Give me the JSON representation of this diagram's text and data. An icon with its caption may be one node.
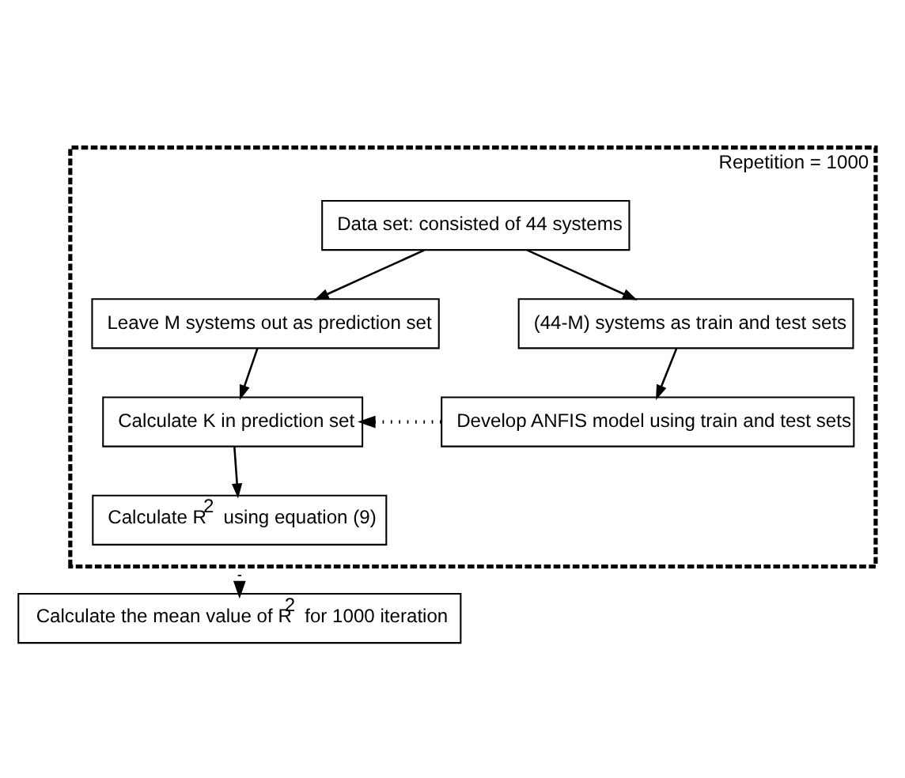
{
  "diagram": {
    "nodes": [
      {
        "text": [
          "Repetition = 1000"
        ]
      },
      {
        "text": [
          "Data set: consisted of 44 systems"
        ],
        "in": 0
      },
      {
        "text": [
          "Leave M systems out as prediction set"
        ],
        "in": 0
      },
      {
        "text": [
          "(44-M) systems as train and test sets"
        ],
        "in": 0
      },
      {
        "text": [
          "Calculate K in prediction set"
        ],
        "in": 0
      },
      {
        "text": [
          "Develop ANFIS model using train and test sets"
        ],
        "in": 0
      },
      {
        "text": [
          "Calculate R$^{2}$ using equation (9)"
        ],
        "in": 0
      },
      {
        "text": [
          "Calculate the mean value of R$^{2}$ for 1000 iteration"
        ]
      }
    ],
    "edges": [
      {
        "from": 1,
        "to": 2,
        "arrow": "to"
      },
      {
        "from": 1,
        "to": 3,
        "arrow": "to"
      },
      {
        "from": 2,
        "to": 4,
        "arrow": "to"
      },
      {
        "from": 3,
        "to": 5,
        "arrow": "to"
      },
      {
        "from": 5,
        "to": 4,
        "arrow": "to",
        "style": "dashed"
      },
      {
        "from": 4,
        "to": 6,
        "arrow": "to"
      },
      {
        "from": 0,
        "to": 7,
        "arrow": "to",
        "style": "dashed"
      }
    ]
  }
}
